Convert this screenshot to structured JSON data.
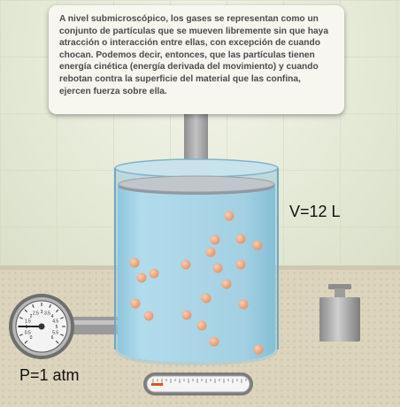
{
  "info": {
    "text": "A nivel submicroscópico, los gases se representan como un conjunto de partículas que se mueven libremente sin que haya atracción o interacción entre ellas, con excepción de cuando chocan. Podemos decir, entonces, que las partículas tienen energía cinética (energía derivada del movimiento) y cuando rebotan contra la superficie del material que las confina, ejercen fuerza sobre ella."
  },
  "volume": {
    "label": "V=12 L"
  },
  "pressure": {
    "label": "P=1 atm"
  },
  "gauge": {
    "ticks": [
      "0",
      "0.5",
      "1",
      "1.5",
      "2",
      "2.5",
      "3",
      "3.5",
      "4",
      "4.5",
      "5",
      "5.5",
      "6"
    ],
    "value": 1
  },
  "thermometer": {
    "level": 0.12
  },
  "colors": {
    "gas": "#a8d3e4",
    "particle": "#eda883",
    "mercury": "#e0541b"
  },
  "icons": {
    "weight": "weight-icon",
    "piston": "piston-icon"
  }
}
